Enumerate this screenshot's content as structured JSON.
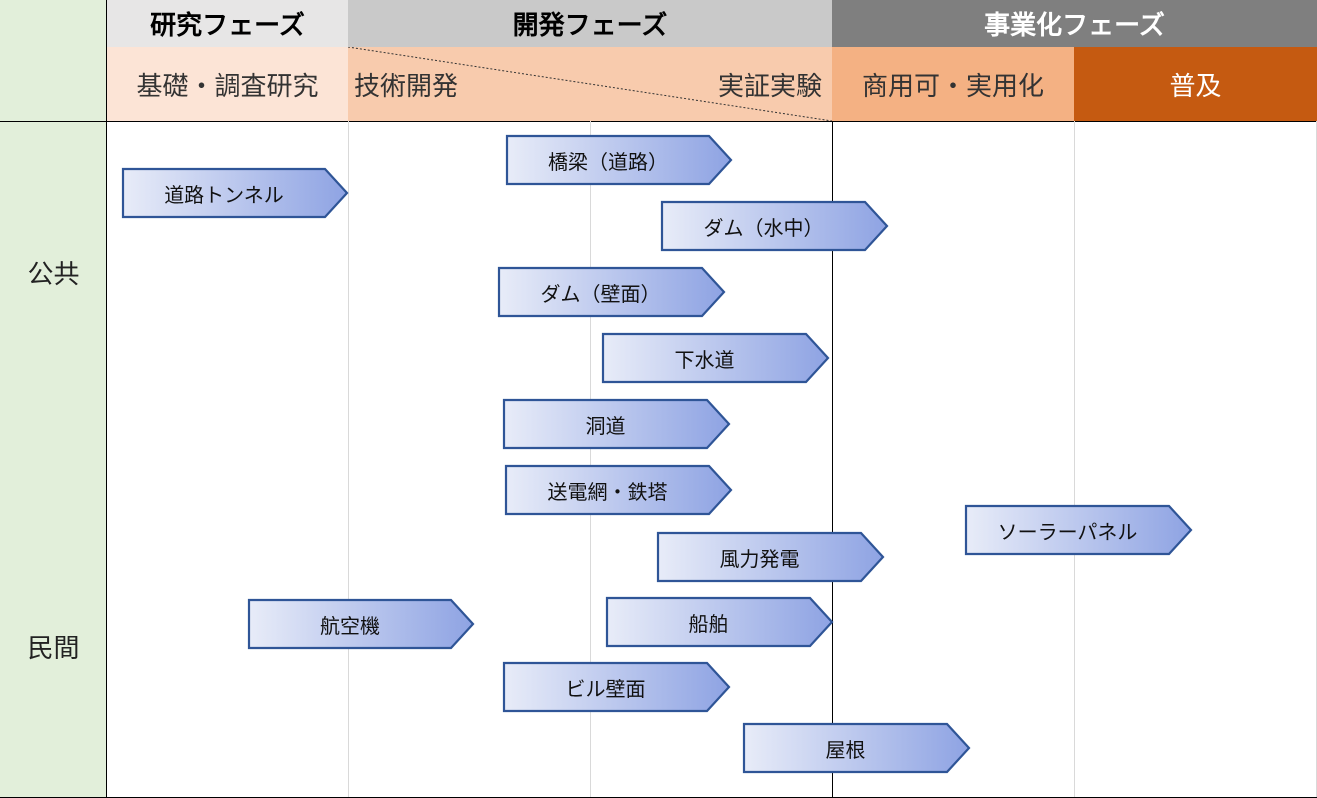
{
  "header": {
    "phase_research": "研究フェーズ",
    "phase_development": "開発フェーズ",
    "phase_commercial": "事業化フェーズ"
  },
  "stages": {
    "basic": "基礎・調査研究",
    "tech_dev": "技術開発",
    "demo": "実証実験",
    "practical": "商用可・実用化",
    "popular": "普及"
  },
  "rows": {
    "public": "公共",
    "private": "民間"
  },
  "items": [
    {
      "label": "橋梁（道路）"
    },
    {
      "label": "道路トンネル"
    },
    {
      "label": "ダム（水中）"
    },
    {
      "label": "ダム（壁面）"
    },
    {
      "label": "下水道"
    },
    {
      "label": "洞道"
    },
    {
      "label": "送電網・鉄塔"
    },
    {
      "label": "ソーラーパネル"
    },
    {
      "label": "風力発電"
    },
    {
      "label": "航空機"
    },
    {
      "label": "船舶"
    },
    {
      "label": "ビル壁面"
    },
    {
      "label": "屋根"
    }
  ],
  "colors": {
    "arrow_start": "#e8ecf8",
    "arrow_end": "#8ea3e3",
    "arrow_stroke": "#2f5597"
  }
}
